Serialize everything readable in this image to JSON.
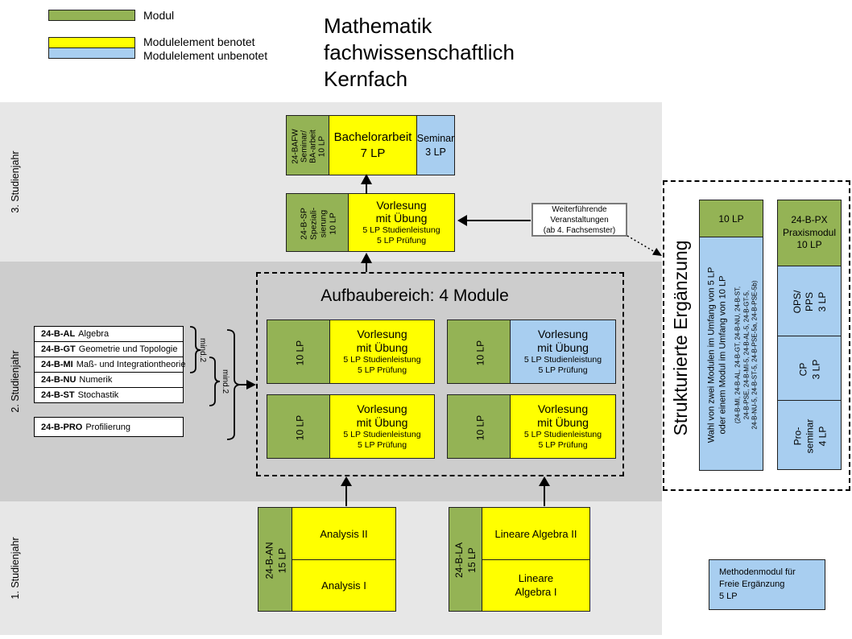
{
  "colors": {
    "modul_green": "#94B355",
    "benotet_yellow": "#FFFF00",
    "unbenotet_blue": "#A8CEF0",
    "band_light": "#E7E7E7",
    "band_dark": "#CDCDCD"
  },
  "legend": {
    "modul": "Modul",
    "benotet": "Modulelement benotet",
    "unbenotet": "Modulelement unbenotet"
  },
  "title": "Mathematik\nfachwissenschaftlich\nKernfach",
  "years": {
    "y3": "3. Studienjahr",
    "y2": "2. Studienjahr",
    "y1": "1. Studienjahr"
  },
  "thesis": {
    "code": "24-BAFW\nSeminar/\nBA-arbeit\n10 LP",
    "main": "Bachelorarbeit\n7 LP",
    "seminar": "Seminar\n3 LP"
  },
  "spezialisierung": {
    "code": "24-B-SP\nSpeziali-\nsierung\n10 LP",
    "main": "Vorlesung\nmit Übung",
    "sub": "5 LP Studienleistung\n5 LP Prüfung"
  },
  "weiterfuehrend": {
    "text": "Weiterführende\nVeranstaltungen\n(ab 4. Fachsemster)"
  },
  "aufbau": {
    "title": "Aufbaubereich: 4 Module",
    "modules": [
      {
        "lp": "10 LP",
        "main": "Vorlesung\nmit Übung",
        "sub": "5 LP Studienleistung\n5 LP Prüfung",
        "graded": "benotet"
      },
      {
        "lp": "10 LP",
        "main": "Vorlesung\nmit Übung",
        "sub": "5 LP Studienleistung\n5 LP Prüfung",
        "graded": "unbenotet"
      },
      {
        "lp": "10 LP",
        "main": "Vorlesung\nmit Übung",
        "sub": "5 LP Studienleistung\n5 LP Prüfung",
        "graded": "benotet"
      },
      {
        "lp": "10 LP",
        "main": "Vorlesung\nmit Übung",
        "sub": "5 LP Studienleistung\n5 LP Prüfung",
        "graded": "benotet"
      }
    ]
  },
  "wahlpflicht": {
    "items": [
      {
        "code": "24-B-AL",
        "name": "Algebra"
      },
      {
        "code": "24-B-GT",
        "name": "Geometrie und Topologie"
      },
      {
        "code": "24-B-MI",
        "name": "Maß- und Integrationtheorie"
      },
      {
        "code": "24-B-NU",
        "name": "Numerik"
      },
      {
        "code": "24-B-ST",
        "name": "Stochastik"
      }
    ],
    "profil": {
      "code": "24-B-PRO",
      "name": "Profilierung"
    },
    "mind2_top": "mind.2",
    "mind2_bottom": "mind.2"
  },
  "ergaenzung": {
    "title": "Strukturierte Ergänzung",
    "wahl_lp": "10 LP",
    "wahl_main": "Wahl von zwei Modulen im Umfang von 5 LP\noder einem Modul im Umfang von 10 LP",
    "wahl_codes": "(24-B-MI, 24-B-AL, 24-B-GT, 24-B-NU, 24-B-ST,\n24-B-PSE, 24-B-MI-5, 24-B-AL-5, 24-B-GT-5,\n24-B-NU-5, 24-B-ST-5, 24-B-PSE-5a, 24-B-PSE-5b)",
    "praxis": "24-B-PX\nPraxismodul\n10 LP",
    "ops": "OPS/\nPPS\n3 LP",
    "cp": "CP\n3 LP",
    "proseminar": "Pro-\nseminar\n4 LP"
  },
  "grundlagen": {
    "analysis": {
      "code": "24-B-AN\n15 LP",
      "el2": "Analysis II",
      "el1": "Analysis I"
    },
    "linalg": {
      "code": "24-B-LA\n15 LP",
      "el2": "Lineare Algebra II",
      "el1": "Lineare\nAlgebra I"
    }
  },
  "methodenmodul": {
    "text": "Methodenmodul für\nFreie Ergänzung\n5 LP"
  }
}
